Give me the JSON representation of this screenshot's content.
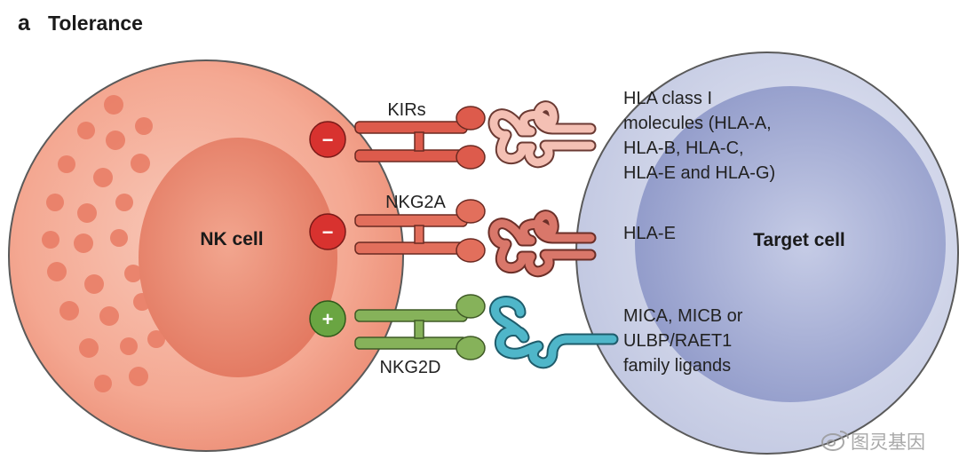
{
  "panel": {
    "letter": "a",
    "title": "Tolerance"
  },
  "cells": {
    "nk": "NK cell",
    "target": "Target cell"
  },
  "receptors": [
    {
      "name": "KIRs",
      "signal": "−",
      "signal_type": "inhibitory",
      "color": "#dd5b4c"
    },
    {
      "name": "NKG2A",
      "signal": "−",
      "signal_type": "inhibitory",
      "color": "#e26f5c"
    },
    {
      "name": "NKG2D",
      "signal": "+",
      "signal_type": "activating",
      "color": "#86b25a"
    }
  ],
  "ligands": [
    {
      "lines": [
        "HLA class I",
        "molecules (HLA-A,",
        "HLA-B, HLA-C,",
        "HLA-E and HLA-G)"
      ],
      "color": "#f4c0b4"
    },
    {
      "lines": [
        "HLA-E"
      ],
      "color": "#d9776a"
    },
    {
      "lines": [
        "MICA, MICB or",
        "ULBP/RAET1",
        "family ligands"
      ],
      "color": "#4fb6c9"
    }
  ],
  "colors": {
    "nk_cell": "#f0907a",
    "nk_nucleus": "#e37a62",
    "granule": "#e77a63",
    "target_cell": "#c9cfe5",
    "target_nucleus": "#9ea8d3",
    "inhibitory_badge": "#d8322f",
    "activating_badge": "#6aa542"
  },
  "watermark": {
    "text": "图灵基因"
  }
}
